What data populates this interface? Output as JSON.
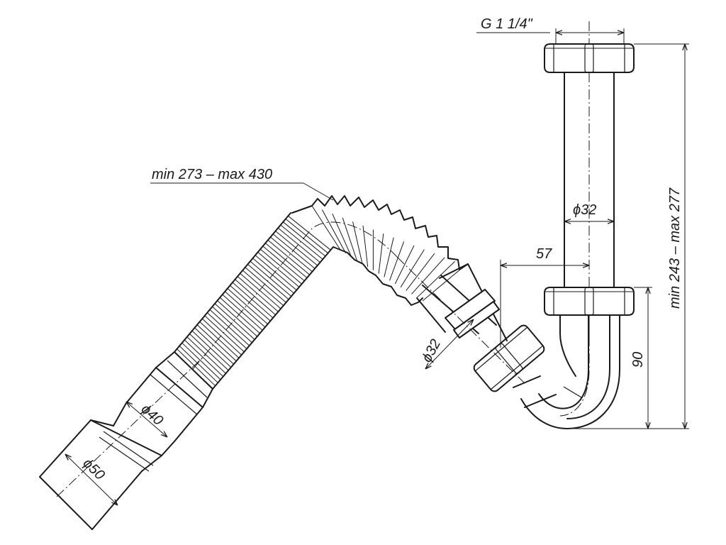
{
  "dimensions": {
    "thread": "G 1 1/4\"",
    "flex_length": "min 273 – max 430",
    "pipe_diameter_top": "ϕ32",
    "offset": "57",
    "height_range": "min 243 – max 277",
    "trap_height": "90",
    "flex_outlet_diameter": "ϕ32",
    "reducer_diameter": "ϕ40",
    "outlet_diameter": "ϕ50"
  },
  "colors": {
    "line": "#1a1a1a",
    "background": "#ffffff"
  }
}
